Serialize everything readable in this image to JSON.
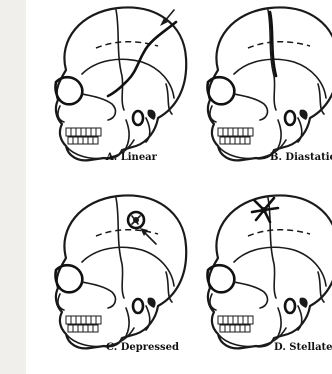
{
  "panels": [
    {
      "id": "A",
      "label": "A. Linear"
    },
    {
      "id": "B",
      "label": "B. Diastatic"
    },
    {
      "id": "C",
      "label": "C. Depressed"
    },
    {
      "id": "D",
      "label": "D. Stellate"
    }
  ],
  "colors": {
    "page_background": "#f1efec",
    "figure_background": "#ffffff",
    "ink": "#1a1a1a"
  }
}
